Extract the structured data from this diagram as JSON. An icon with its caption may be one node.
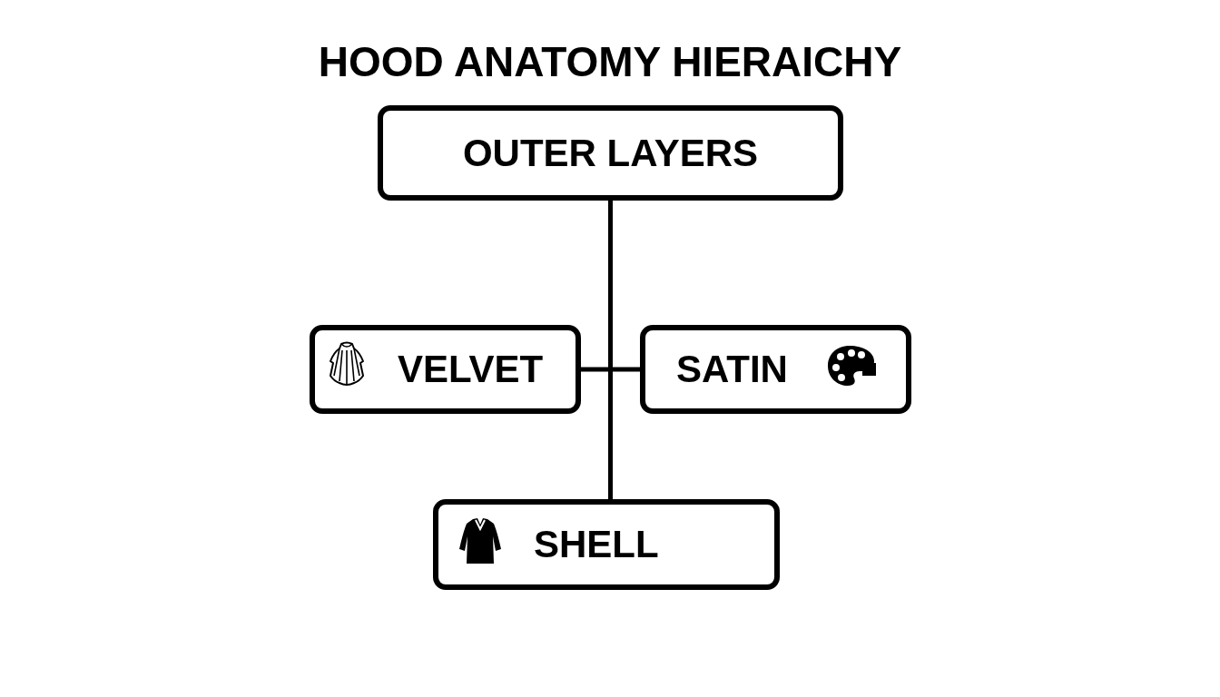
{
  "diagram": {
    "title": "HOOD ANATOMY HIERAICHY",
    "nodes": [
      {
        "text": [
          "OUTER LAYERS"
        ]
      },
      {
        "text": [
          "VELVET"
        ]
      },
      {
        "text": [
          "SATIN"
        ]
      },
      {
        "text": [
          "SHELL"
        ]
      }
    ],
    "edges": [
      {
        "from": 0,
        "to": 1,
        "arrow": "none"
      },
      {
        "from": 0,
        "to": 2,
        "arrow": "none"
      },
      {
        "from": 0,
        "to": 3,
        "arrow": "none"
      }
    ]
  }
}
